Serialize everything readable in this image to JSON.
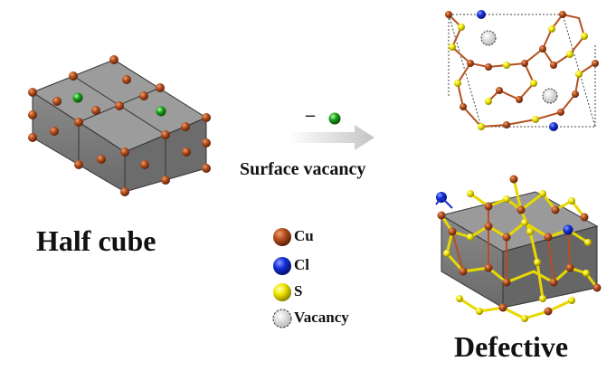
{
  "labels": {
    "half_cube": "Half cube",
    "defective": "Defective",
    "process": "Surface vacancy",
    "removal_sign": "–"
  },
  "legend": [
    {
      "label": "Cu",
      "color": "#b5501e"
    },
    {
      "label": "Cl",
      "color": "#1530d8"
    },
    {
      "label": "S",
      "color": "#f2e600"
    },
    {
      "label": "Vacancy",
      "color": "#d8d8d8"
    }
  ],
  "colors": {
    "cu": "#b5501e",
    "cl": "#1530d8",
    "s": "#f2e600",
    "cl_sphere": "#1aa31a",
    "box_top": "#9a9a9a",
    "box_front": "#7b7b7b",
    "box_side": "#666666",
    "arrow": "#c8c8c8"
  }
}
